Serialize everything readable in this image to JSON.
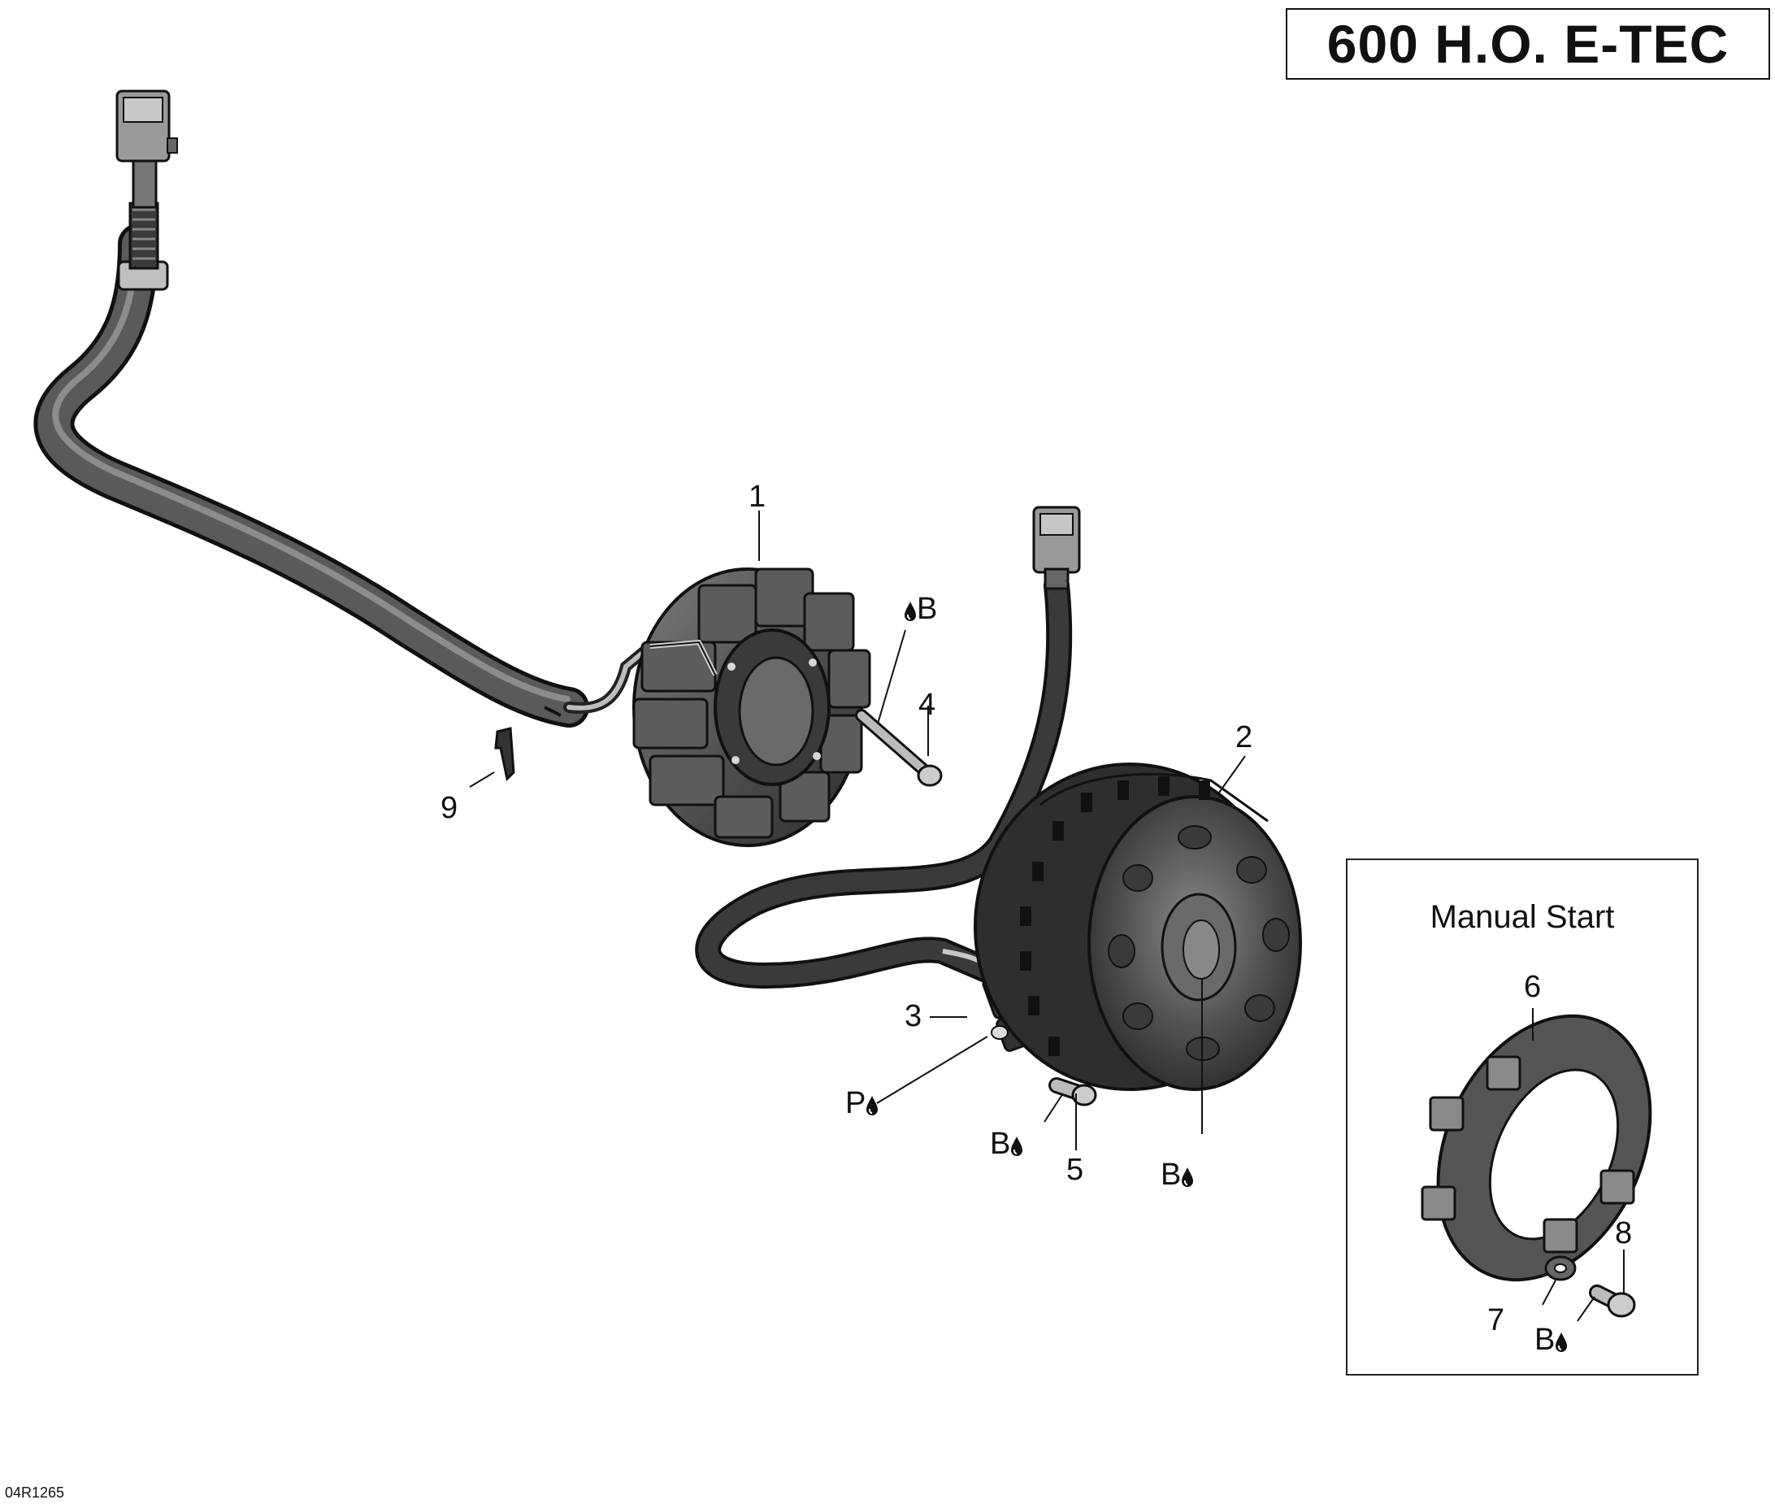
{
  "title": "600 H.O. E-TEC",
  "inset": {
    "title": "Manual Start"
  },
  "callouts": {
    "c1": "1",
    "c2": "2",
    "c3": "3",
    "c4": "4",
    "c5": "5",
    "c6": "6",
    "c7": "7",
    "c8": "8",
    "c9": "9"
  },
  "lubricant_marks": {
    "b_bolt4": "B",
    "p_bracket3": "P",
    "b_bolt5": "B",
    "b_flywheel": "B",
    "b_bolt8": "B"
  },
  "icons": [
    "liquid-drop-icon"
  ],
  "drawing_code": "04R1265"
}
